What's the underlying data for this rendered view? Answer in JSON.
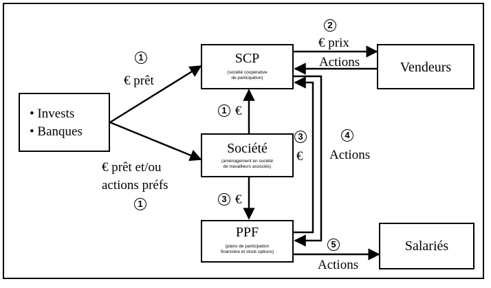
{
  "nodes": {
    "investors": {
      "lines": [
        "• Invests",
        "• Banques"
      ]
    },
    "scp": {
      "title": "SCP",
      "subtitle": [
        "(société coopérative",
        "de participation)"
      ]
    },
    "societe": {
      "title": "Société",
      "subtitle": [
        "(aménagement en société",
        "de travailleurs associés)"
      ]
    },
    "ppf": {
      "title": "PPF",
      "subtitle": [
        "(plans de participation",
        "financière et stock options)"
      ]
    },
    "vendeurs": {
      "title": "Vendeurs"
    },
    "salaries": {
      "title": "Salariés"
    }
  },
  "flows": {
    "investors_scp": {
      "step": "1",
      "label": "€ prêt"
    },
    "investors_societe": {
      "step": "1",
      "label_lines": [
        "€ prêt et/ou",
        "actions préfs"
      ]
    },
    "societe_scp": {
      "step": "1",
      "label": "€"
    },
    "societe_ppf": {
      "step": "3",
      "label": "€"
    },
    "ppf_scp": {
      "step": "3",
      "label": "€"
    },
    "scp_vendeurs": {
      "step": "2",
      "label": "€ prix"
    },
    "vendeurs_scp": {
      "label": "Actions"
    },
    "scp_ppf": {
      "step": "4",
      "label": "Actions"
    },
    "ppf_salaries": {
      "step": "5",
      "label": "Actions"
    }
  },
  "colors": {
    "line": "#000000",
    "background": "#ffffff"
  }
}
